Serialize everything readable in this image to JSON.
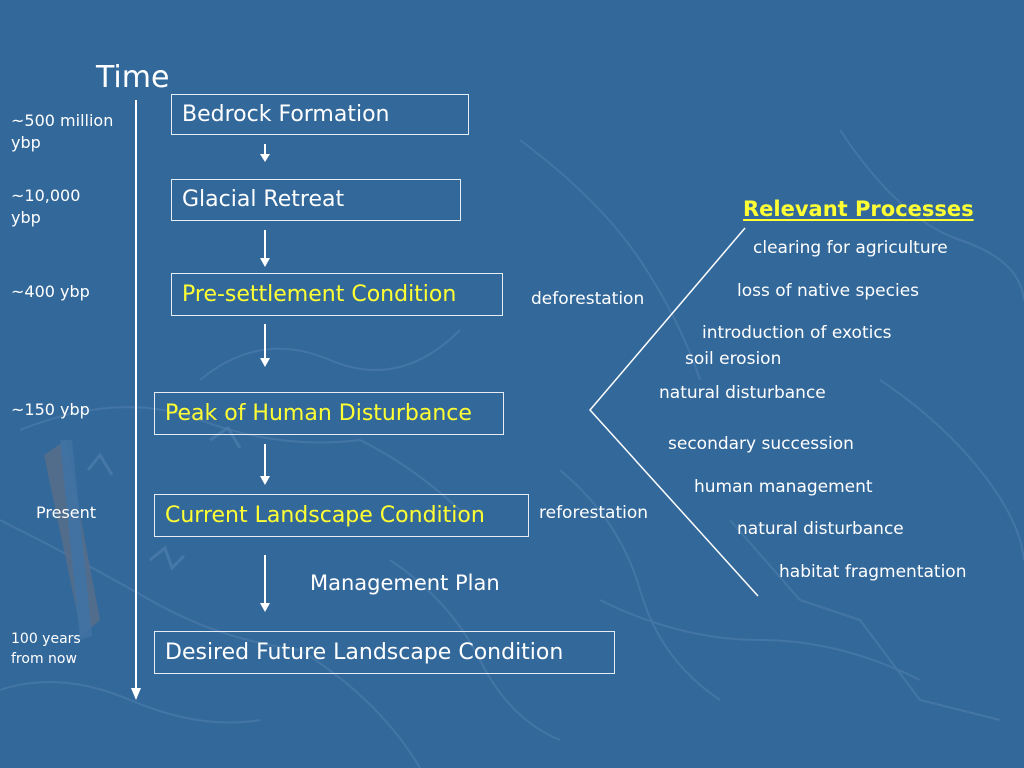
{
  "time_heading": "Time",
  "time_labels": [
    {
      "lines": [
        "~500 million",
        "ybp"
      ]
    },
    {
      "lines": [
        "~10,000",
        "ybp"
      ]
    },
    {
      "lines": [
        "~400 ybp"
      ]
    },
    {
      "lines": [
        "~150 ybp"
      ]
    },
    {
      "lines": [
        "Present"
      ]
    },
    {
      "lines": [
        "100 years",
        "from now"
      ]
    }
  ],
  "stages": [
    {
      "label": "Bedrock Formation",
      "highlight": false
    },
    {
      "label": "Glacial Retreat",
      "highlight": false
    },
    {
      "label": "Pre-settlement Condition",
      "highlight": true
    },
    {
      "label": "Peak of Human Disturbance",
      "highlight": true
    },
    {
      "label": "Current Landscape Condition",
      "highlight": true
    },
    {
      "label": "Desired Future Landscape Condition",
      "highlight": false
    }
  ],
  "transition_labels": {
    "deforestation": "deforestation",
    "reforestation": "reforestation",
    "management_plan": "Management Plan"
  },
  "processes": {
    "heading": "Relevant Processes",
    "items": [
      "clearing for agriculture",
      "loss of native species",
      "introduction of exotics",
      "soil erosion",
      "natural disturbance",
      "secondary succession",
      "human management",
      "natural disturbance",
      "habitat fragmentation"
    ]
  },
  "colors": {
    "background": "#33689a",
    "text": "#ffffff",
    "highlight": "#ffff33"
  }
}
